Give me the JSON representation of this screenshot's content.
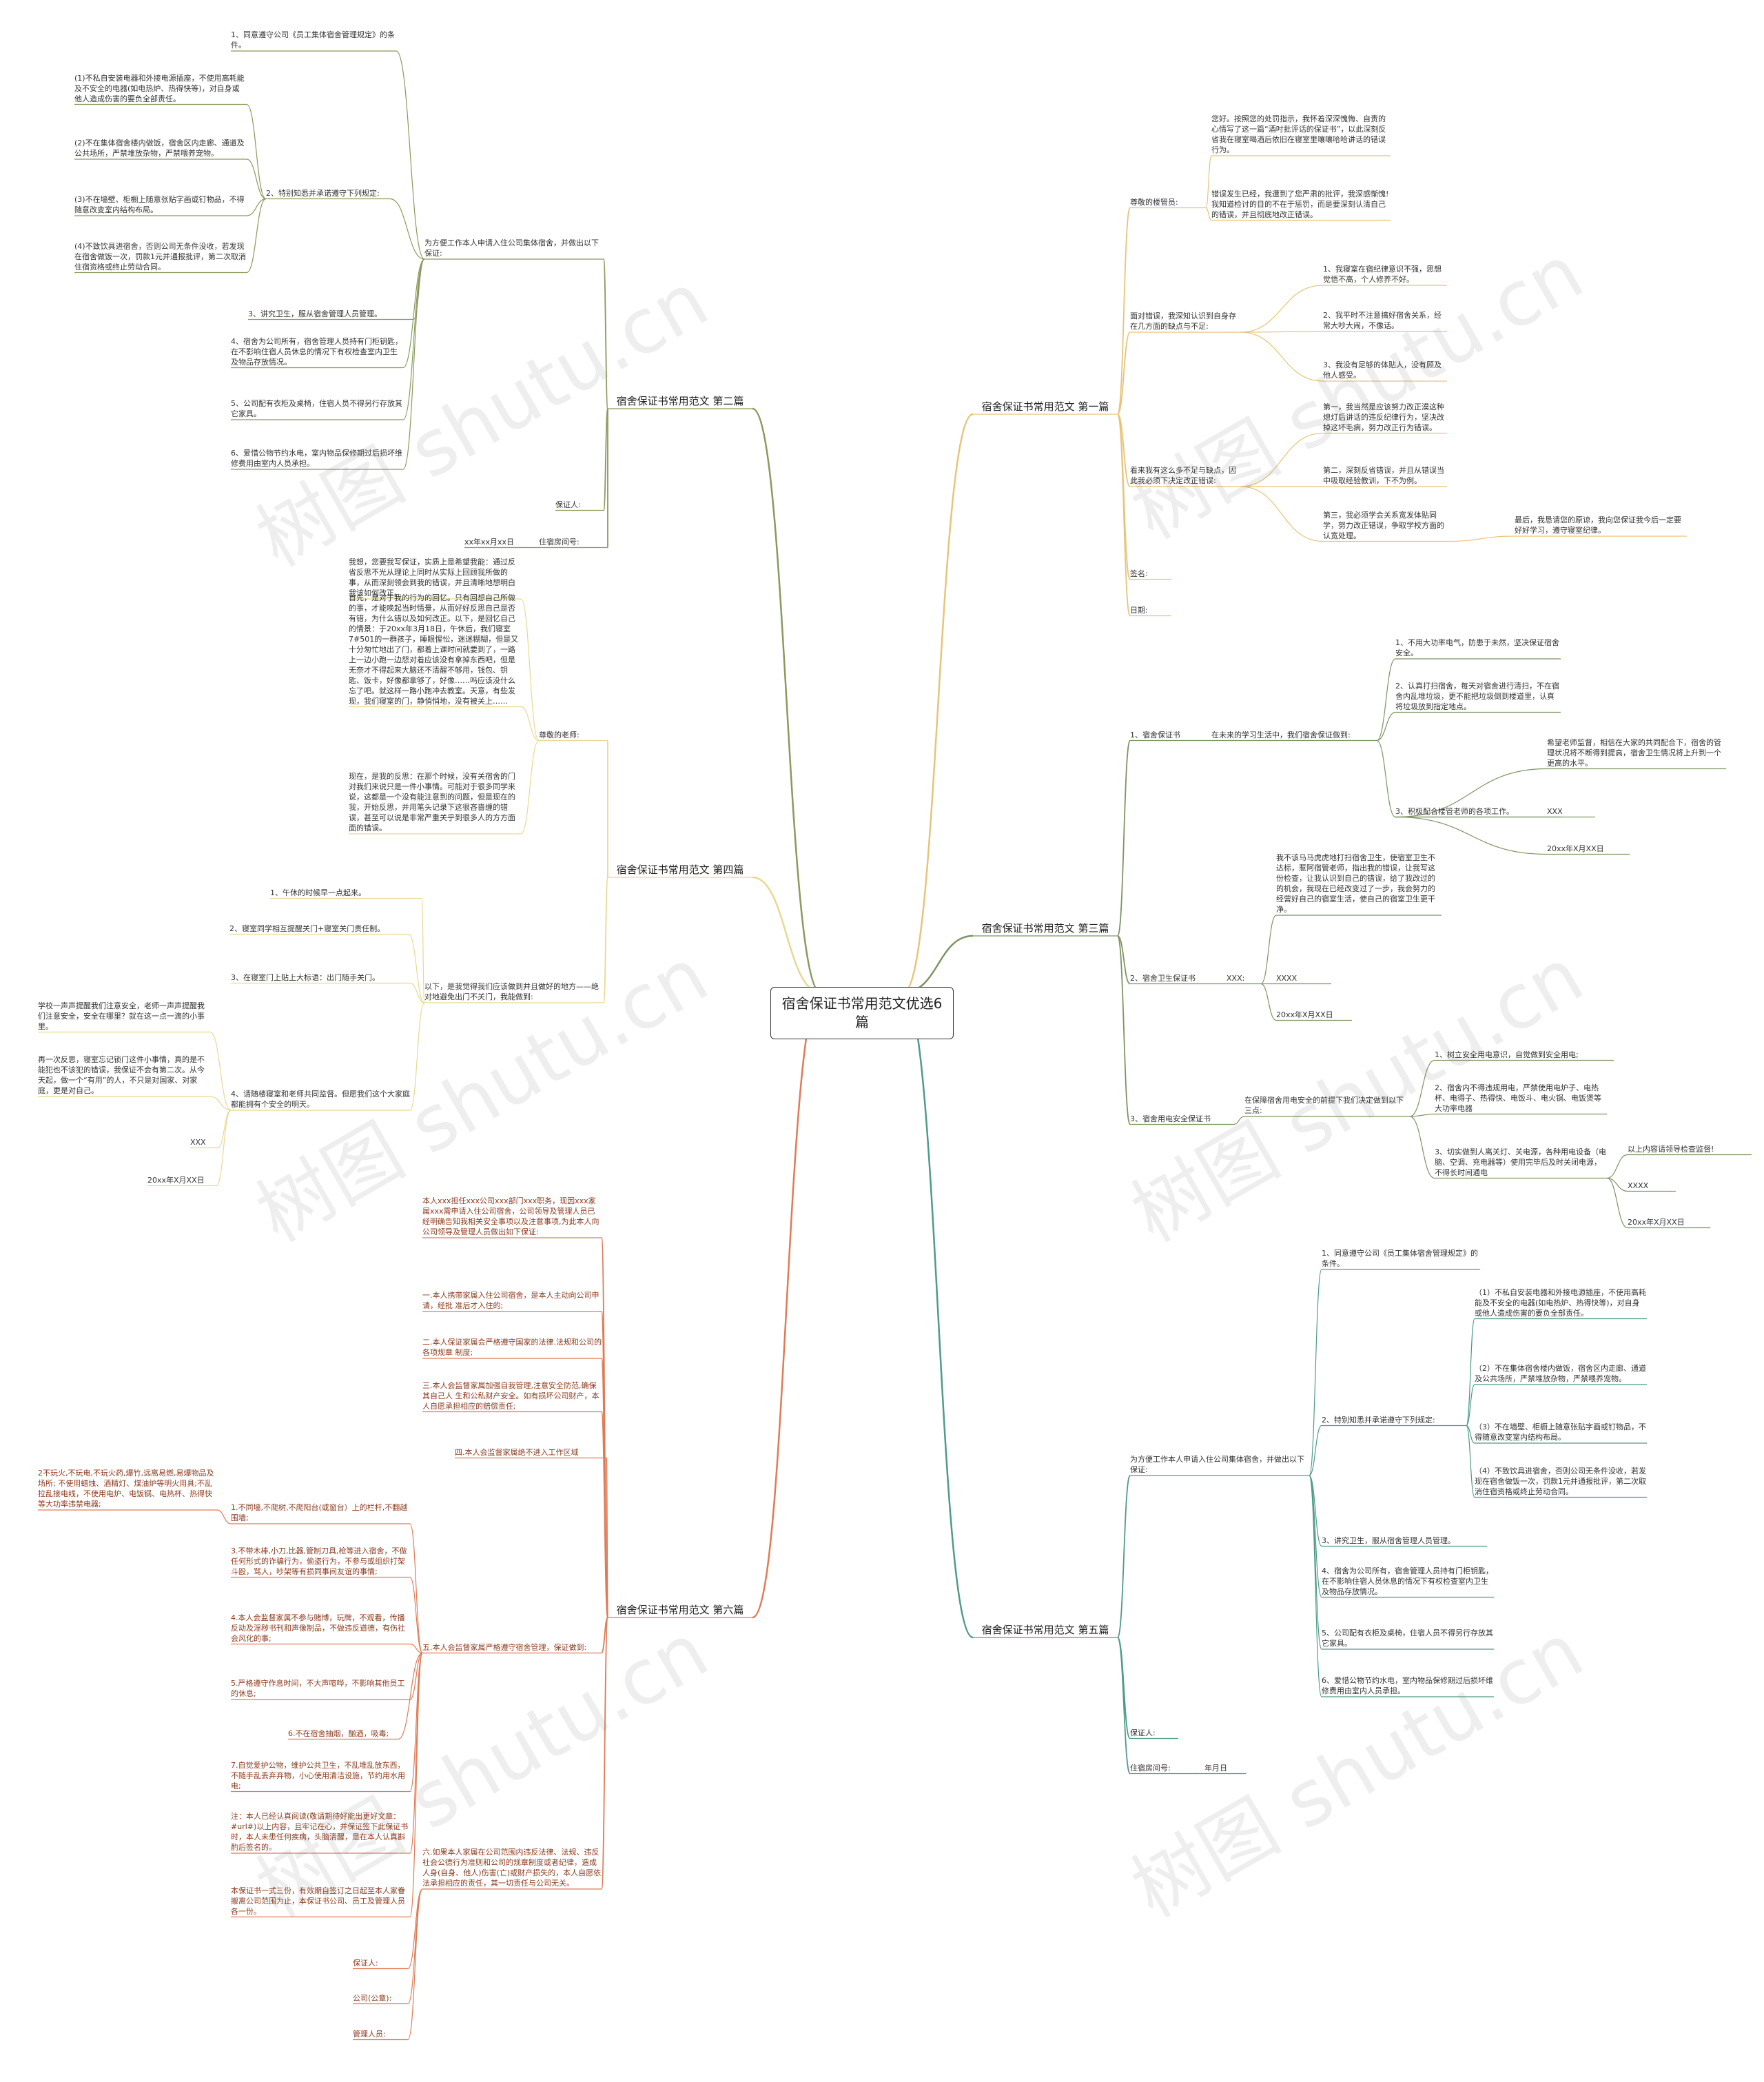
{
  "root": {
    "title": "宿舍保证书常用范文优选6篇"
  },
  "watermark": "树图 shutu.cn",
  "colors": {
    "b1": "#e7c47a",
    "b2": "#8a9a5b",
    "b3": "#7d9463",
    "b4": "#e8d890",
    "b5": "#4d9b88",
    "b6": "#e07a55"
  },
  "branches": [
    {
      "label": "宿舍保证书常用范文 第一篇",
      "children": [
        {
          "text": "尊敬的楼管员:",
          "children": [
            {
              "text": "您好。按照您的处罚指示，我怀着深深愧悔、自责的心情写了这一篇“酒吋批评话的保证书”，以此深刻反省我在寝室喝酒后依旧在寝室里嚷嚷哈哈讲话的错误行为。"
            },
            {
              "text": "错误发生已经，我遭到了您严肃的批评，我深感惭愧!我知道检讨的目的不在于惩罚，而是要深刻认清自己的错误，并且彻底地改正错误。"
            }
          ]
        },
        {
          "text": "面对错误，我深知认识到自身存在几方面的缺点与不足:",
          "children": [
            {
              "text": "1、我寝室在宿纪律意识不强，思想觉悟不高，个人修养不好。"
            },
            {
              "text": "2、我平时不注意搞好宿舍关系，经常大吵大闹，不像话。"
            },
            {
              "text": "3、我没有足够的体贴人，没有顾及他人感受。"
            }
          ]
        },
        {
          "text": "看来我有这么多不足与缺点，因此我必须下决定改正错误:",
          "children": [
            {
              "text": "第一，我当然是应该努力改正漠这种熄灯后讲话的违反纪律行为，坚决改掉这坏毛病，努力改正行为错误。"
            },
            {
              "text": "第二，深刻反省错误，并且从错误当中吸取经验教训，下不为例。"
            },
            {
              "text": "第三，我必须学会关系宽发体贴同学，努力改正错误，争取学校方面的认宽处理。",
              "children": [
                {
                  "text": "最后，我恳请您的原谅，我向您保证我今后一定要好好学习，遵守寝室纪律。"
                }
              ]
            }
          ]
        },
        {
          "text": "签名:"
        },
        {
          "text": "日期:"
        }
      ]
    },
    {
      "label": "宿舍保证书常用范文 第二篇",
      "children": [
        {
          "text": "为方便工作本人申请入住公司集体宿舍，并做出以下保证:",
          "children": [
            {
              "text": "1、同意遵守公司《员工集体宿舍管理规定》的条件。"
            },
            {
              "text": "2、特别知悉并承诺遵守下列规定:",
              "children": [
                {
                  "text": "(1)不私自安装电器和外接电源插座，不使用高耗能及不安全的电器(如电热炉、热得快等)，对自身或他人造成伤害的要负全部责任。"
                },
                {
                  "text": "(2)不在集体宿舍楼内做饭，宿舍区内走廊、通道及公共场所，严禁堆放杂物，严禁喂养宠物。"
                },
                {
                  "text": "(3)不在墙壁、柜橱上随意张贴字画或钉物品，不得随意改变室内结构布局。"
                },
                {
                  "text": "(4)不致饮具进宿舍，否则公司无条件没收，若发现在宿舍做饭一次，罚款1元并通报批评，第二次取消住宿资格或终止劳动合同。"
                }
              ]
            },
            {
              "text": "3、讲究卫生，服从宿舍管理人员管理。"
            },
            {
              "text": "4、宿舍为公司所有，宿舍管理人员持有门柜钥匙，在不影响住宿人员休息的情况下有权检查室内卫生及物品存放情况。"
            },
            {
              "text": "5、公司配有衣柜及桌椅，住宿人员不得另行存放其它家具。"
            },
            {
              "text": "6、爱惜公物节约水电，室内物品保修期过后损坏维修费用由室内人员承担。"
            }
          ]
        },
        {
          "text": "保证人:"
        },
        {
          "text": "住宿房间号:",
          "children": [
            {
              "text": "xx年xx月xx日"
            }
          ]
        }
      ]
    },
    {
      "label": "宿舍保证书常用范文 第三篇",
      "children": [
        {
          "text": "1、宿舍保证书",
          "children": [
            {
              "text": "在未来的学习生活中，我们宿舍保证做到:",
              "children": [
                {
                  "text": "1、不用大功率电气，防患于未然，坚决保证宿舍安全。"
                },
                {
                  "text": "2、认真打扫宿舍，每天对宿舍进行清扫，不在宿舍内乱堆垃圾，更不能把垃圾倒到楼道里，认真将垃圾放到指定地点。"
                },
                {
                  "text": "3、积极配合楼管老师的各项工作。",
                  "children": [
                    {
                      "text": "希望老师监督，相信在大家的共同配合下，宿舍的管理状况将不断得到提高，宿舍卫生情况将上升到一个更高的水平。"
                    },
                    {
                      "text": "XXX"
                    },
                    {
                      "text": "20xx年X月XX日"
                    }
                  ]
                }
              ]
            }
          ]
        },
        {
          "text": "2、宿舍卫生保证书",
          "children": [
            {
              "text": "XXX:",
              "children": [
                {
                  "text": "我不该马马虎虎地打扫宿舍卫生，使宿室卫生不达标，惹阿宿管老师，指出我的错误，让我写这份检查，让我认识到自己的错误，给了我改过的的机会，我现在已经改变过了一步，我会努力的经营好自己的宿室生活，使自己的宿室卫生更干净。"
                },
                {
                  "text": "XXXX"
                },
                {
                  "text": "20xx年X月XX日"
                }
              ]
            }
          ]
        },
        {
          "text": "3、宿舍用电安全保证书",
          "children": [
            {
              "text": "在保障宿舍用电安全的前提下我们决定做到以下三点:",
              "children": [
                {
                  "text": "1、树立安全用电意识，自觉做到安全用电;"
                },
                {
                  "text": "2、宿舍内不得违规用电，严禁使用电炉子、电热杯、电得子、热得快、电饭斗、电火锅、电饭煲等大功率电器"
                },
                {
                  "text": "3、切实做到人离关灯、关电源，各种用电设备（电脑、空调、充电器等）使用完毕后及时关闭电源，不得长时间通电",
                  "children": [
                    {
                      "text": "以上内容请领导检查监督!"
                    },
                    {
                      "text": "XXXX"
                    },
                    {
                      "text": "20xx年X月XX日"
                    }
                  ]
                }
              ]
            }
          ]
        }
      ]
    },
    {
      "label": "宿舍保证书常用范文 第四篇",
      "children": [
        {
          "text": "尊敬的老师:",
          "children": [
            {
              "text": "我想，您要我写保证，实质上是希望我能：通过反省反思不光从理论上同时从实际上回顾我所做的事，从而深刻领会到我的错误，并且清晰地想明白我该如何改正。"
            },
            {
              "text": "首先，是对于我的行为的回忆。只有回想自己所做的事，才能唤起当时情景，从而好好反思自己是否有错，为什么错以及如何改正。以下，是回忆自己的情景：于20xx年3月18日，午休后，我们寝室7#501的一群孩子，睡眼惺忪，迷迷糊糊，但是又十分匆忙地出了门，都着上课时间就要到了，一路上一边小跑一边怨对着应该没有拿掉东西吧，但是无奈才不得起来大脑还不清醒不够用，钱包、钥匙、饭卡，好像都拿够了，好像……吗应该没什么忘了吧。就这样一路小跑冲去教室。天意，有些发现，我们寝室的门，静悄悄地，没有被关上……"
            },
            {
              "text": "现在，是我的反思：在那个时候，没有关宿舍的门对我们来说只是一件小事情。可能对于很多同学来说，这都是一个没有能注意到的问题，但是现在的我，开始反思，并用笔头记录下这很吝啬缠的错误，甚至可以说是非常严重关乎到很多人的方方面面的错误。"
            }
          ]
        },
        {
          "text": "以下，是我觉得我们应该做到并且做好的地方——绝对地避免出门不关门，我能做到:",
          "children": [
            {
              "text": "1、午休的时候早一点起来。"
            },
            {
              "text": "2、寝室同学相互提醒关门+寝室关门责任制。"
            },
            {
              "text": "3、在寝室门上贴上大标语：出门随手关门。"
            },
            {
              "text": "4、请随楼寝室和老师共同监督。但愿我们这个大家庭都能拥有个安全的明天。",
              "children": [
                {
                  "text": "学校一声声提醒我们注意安全，老师一声声提醒我们注意安全，安全在哪里？就在这一点一滴的小事里。"
                },
                {
                  "text": "再一次反思，寝室忘记锁门这件小事情，真的是不能犯也不该犯的错误，我保证不会有第二次。从今天起，做一个“有用”的人，不只是对国家、对家庭，更是对自己。"
                },
                {
                  "text": "XXX"
                },
                {
                  "text": "20xx年X月XX日"
                }
              ]
            }
          ]
        }
      ]
    },
    {
      "label": "宿舍保证书常用范文 第五篇",
      "children": [
        {
          "text": "为方便工作本人申请入住公司集体宿舍，并做出以下保证:",
          "children": [
            {
              "text": "1、同意遵守公司《员工集体宿舍管理规定》的条件。"
            },
            {
              "text": "2、特别知悉并承诺遵守下列规定:",
              "children": [
                {
                  "text": "（1）不私自安装电器和外接电源插座，不使用高耗能及不安全的电器(如电热炉、热得快等)，对自身或他人造成伤害的要负全部责任。"
                },
                {
                  "text": "（2）不在集体宿舍楼内做饭，宿舍区内走廊、通道及公共场所，严禁堆放杂物，严禁喂养宠物。"
                },
                {
                  "text": "（3）不在墙壁、柜橱上随意张贴字画或钉物品，不得随意改变室内结构布局。"
                },
                {
                  "text": "（4）不致饮具进宿舍，否则公司无条件没收，若发现在宿舍做饭一次，罚款1元并通报批评，第二次取消住宿资格或终止劳动合同。"
                }
              ]
            },
            {
              "text": "3、讲究卫生，服从宿舍管理人员管理。"
            },
            {
              "text": "4、宿舍为公司所有，宿舍管理人员持有门柜钥匙，在不影响住宿人员休息的情况下有权检查室内卫生及物品存放情况。"
            },
            {
              "text": "5、公司配有衣柜及桌椅，住宿人员不得另行存放其它家具。"
            },
            {
              "text": "6、爱惜公物节约水电，室内物品保修期过后损坏维修费用由室内人员承担。"
            }
          ]
        },
        {
          "text": "保证人:"
        },
        {
          "text": "住宿房间号:",
          "children": [
            {
              "text": "年月日"
            }
          ]
        }
      ]
    },
    {
      "label": "宿舍保证书常用范文 第六篇",
      "children": [
        {
          "text": "本人xxx担任xxx公司xxx部门xxx职务，现因xxx家属xxx需申请入住公司宿舍，公司领导及管理人员已经明确告知我相关安全事项以及注意事项,为此本人向公司领导及管理人员做出如下保证:"
        },
        {
          "text": "一.本人携带家属入住公司宿舍，是本人主动向公司申请，经批 准后才入住的;"
        },
        {
          "text": "二.本人保证家属会严格遵守国家的法律.法规和公司的各项规章 制度;"
        },
        {
          "text": "三.本人会监督家属加强自我管理,注意安全防范,确保其自己人 生和公私财产安全。如有损坏公司财产，本人自愿承担相应的赔偿责任;"
        },
        {
          "text": "四.本人会监督家属绝不进入工作区域"
        },
        {
          "text": "五.本人会监督家属严格遵守宿舍管理，保证做到:",
          "children": [
            {
              "text": "1.不同墙,不爬树,不爬阳台(或窗台）上的栏杆,不翻越围墙;",
              "children": [
                {
                  "text": "2不玩火,不玩电,不玩火药,爆竹,远离易燃,易爆物品及场所; 不使用蜡烛、酒精灯、煤油炉等明火用具;不乱拉乱接电线，不使用电炉、电饭锅、电热杯、热得快等大功率违禁电器;"
                }
              ]
            },
            {
              "text": "3.不带木棒,小刀,比器,管制刀具,枪等进入宿舍，不做任何形式的诈骗行为，偷盗行为，不参与或组织打架斗殴，骂人，吵架等有损同事间友谊的事情;"
            },
            {
              "text": "4.本人会监督家属不参与赌博，玩牌，不观看，传播反动及淫秽书刊和声像制品，不做违反道德，有伤社会风化的事;"
            },
            {
              "text": "5.严格遵守作息时间，不大声喧哗，不影响其他员工的休息;"
            },
            {
              "text": "6.不在宿舍抽烟，酗酒，吸毒;"
            },
            {
              "text": "7.自觉爱护公物，维护公共卫生，不乱堆乱放东西，不随手乱丢弃弃物，小心使用清洁设施，节约用水用电;"
            },
            {
              "text": "注：本人已经认真阅读(敬请期待好能出更好文章：#url#)以上内容，且牢记在心，并保证签下此保证书时，本人未患任何疾病，头脑清醒，是在本人认真斟酌后签名的。"
            },
            {
              "text": "本保证书一式三份，有效期自签订之日起至本人家眷搬离公司范围为止，本保证书公司、员工及管理人员各一份。"
            }
          ]
        },
        {
          "text": "六.如果本人家属在公司范围内违反法律、法规、违反社会公德行为准则和公司的规章制度或者纪律，造成人身(自身、他人)伤害(亡)或财产损失的，本人自愿依法承担相应的责任，其一切责任与公司无关。",
          "children": [
            {
              "text": "保证人:"
            },
            {
              "text": "公司(公章):"
            },
            {
              "text": "管理人员:"
            }
          ]
        }
      ]
    }
  ]
}
